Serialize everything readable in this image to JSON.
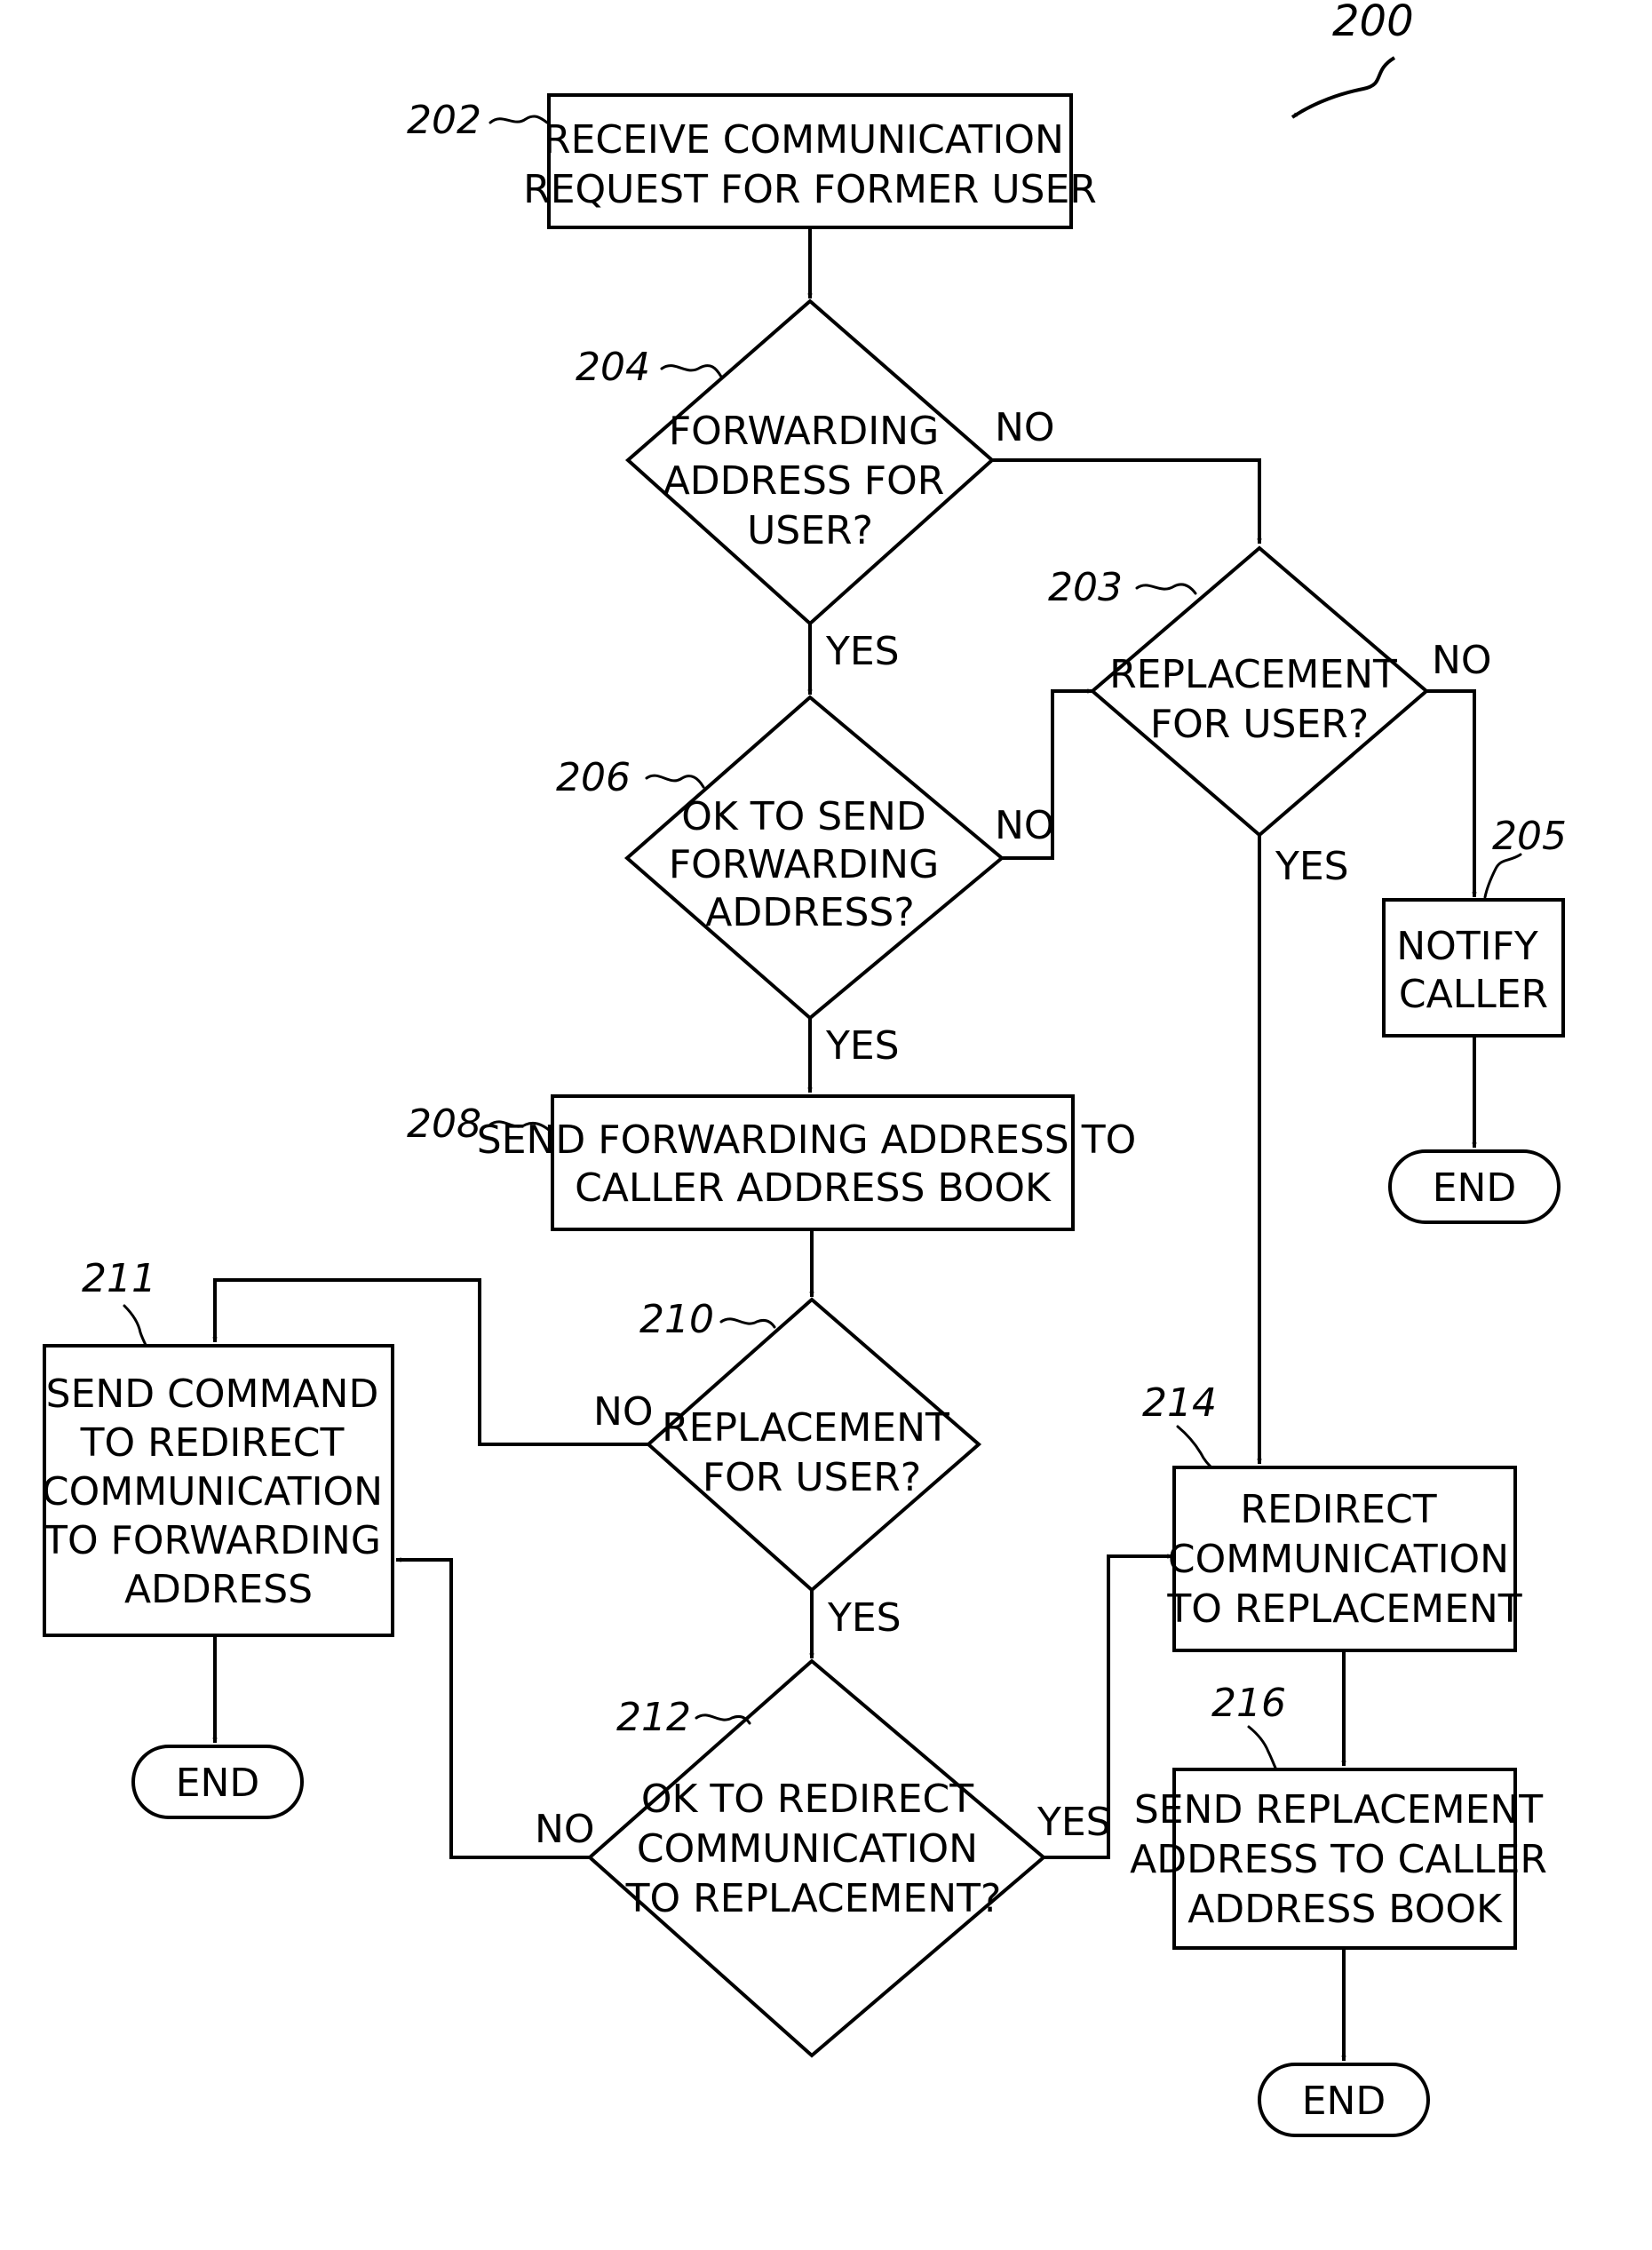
{
  "figure": {
    "ref": "200"
  },
  "nodes": {
    "n202": {
      "ref": "202",
      "lines": [
        "RECEIVE COMMUNICATION",
        "REQUEST FOR FORMER USER"
      ]
    },
    "n204": {
      "ref": "204",
      "lines": [
        "FORWARDING",
        "ADDRESS FOR",
        "USER?"
      ]
    },
    "n203": {
      "ref": "203",
      "lines": [
        "REPLACEMENT",
        "FOR USER?"
      ]
    },
    "n206": {
      "ref": "206",
      "lines": [
        "OK TO SEND",
        "FORWARDING",
        "ADDRESS?"
      ]
    },
    "n205": {
      "ref": "205",
      "lines": [
        "NOTIFY",
        "CALLER"
      ]
    },
    "n208": {
      "ref": "208",
      "lines": [
        "SEND FORWARDING ADDRESS TO",
        "CALLER ADDRESS BOOK"
      ]
    },
    "n210": {
      "ref": "210",
      "lines": [
        "REPLACEMENT",
        "FOR USER?"
      ]
    },
    "n211": {
      "ref": "211",
      "lines": [
        "SEND COMMAND",
        "TO REDIRECT",
        "COMMUNICATION",
        "TO FORWARDING",
        "ADDRESS"
      ]
    },
    "n214": {
      "ref": "214",
      "lines": [
        "REDIRECT",
        "COMMUNICATION",
        "TO REPLACEMENT"
      ]
    },
    "n212": {
      "ref": "212",
      "lines": [
        "OK TO REDIRECT",
        "COMMUNICATION",
        "TO REPLACEMENT?"
      ]
    },
    "n216": {
      "ref": "216",
      "lines": [
        "SEND REPLACEMENT",
        "ADDRESS TO CALLER",
        "ADDRESS BOOK"
      ]
    },
    "end205": {
      "lines": [
        "END"
      ]
    },
    "end211": {
      "lines": [
        "END"
      ]
    },
    "end216": {
      "lines": [
        "END"
      ]
    }
  },
  "branches": {
    "b204_no": "NO",
    "b204_yes": "YES",
    "b203_no": "NO",
    "b203_yes": "YES",
    "b206_no": "NO",
    "b206_yes": "YES",
    "b210_no": "NO",
    "b210_yes": "YES",
    "b212_no": "NO",
    "b212_yes": "YES"
  }
}
